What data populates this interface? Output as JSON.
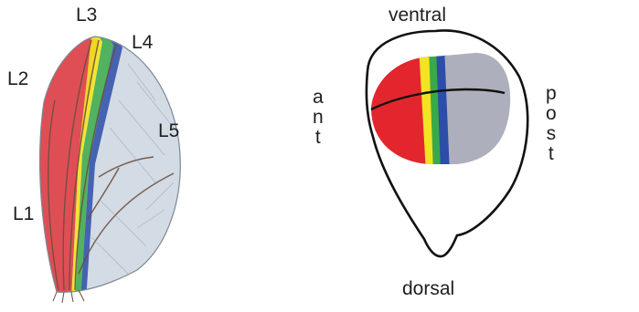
{
  "wing": {
    "vein_labels": {
      "l1": "L1",
      "l2": "L2",
      "l3": "L3",
      "l4": "L4",
      "l5": "L5"
    }
  },
  "disc": {
    "top_label": "ventral",
    "bottom_label": "dorsal",
    "left_label_letters": [
      "a",
      "n",
      "t"
    ],
    "right_label_letters": [
      "p",
      "o",
      "s",
      "t"
    ]
  },
  "colors": {
    "red_domain": "#e3262d",
    "yellow_domain": "#f2e422",
    "green_domain": "#3aaa48",
    "blue_domain": "#2c4ea8",
    "grey_domain": "#aeafbc",
    "wing_membrane": "#d3dbe4",
    "outline": "#111111"
  }
}
